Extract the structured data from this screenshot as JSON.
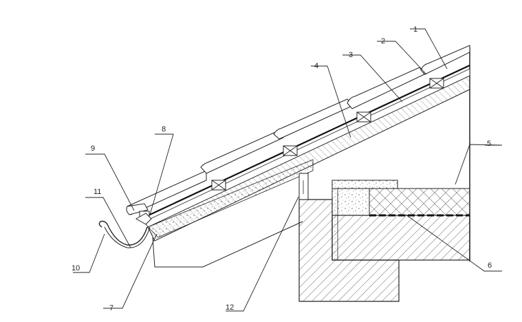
{
  "callouts": [
    {
      "id": "1",
      "label": "1"
    },
    {
      "id": "2",
      "label": "2"
    },
    {
      "id": "3",
      "label": "3"
    },
    {
      "id": "4",
      "label": "4"
    },
    {
      "id": "5",
      "label": "5"
    },
    {
      "id": "6",
      "label": "6"
    },
    {
      "id": "7",
      "label": "7"
    },
    {
      "id": "8",
      "label": "8"
    },
    {
      "id": "9",
      "label": "9"
    },
    {
      "id": "10",
      "label": "10"
    },
    {
      "id": "11",
      "label": "11"
    },
    {
      "id": "12",
      "label": "12"
    }
  ],
  "colors": {
    "ink": "#222222",
    "paper": "#ffffff"
  }
}
